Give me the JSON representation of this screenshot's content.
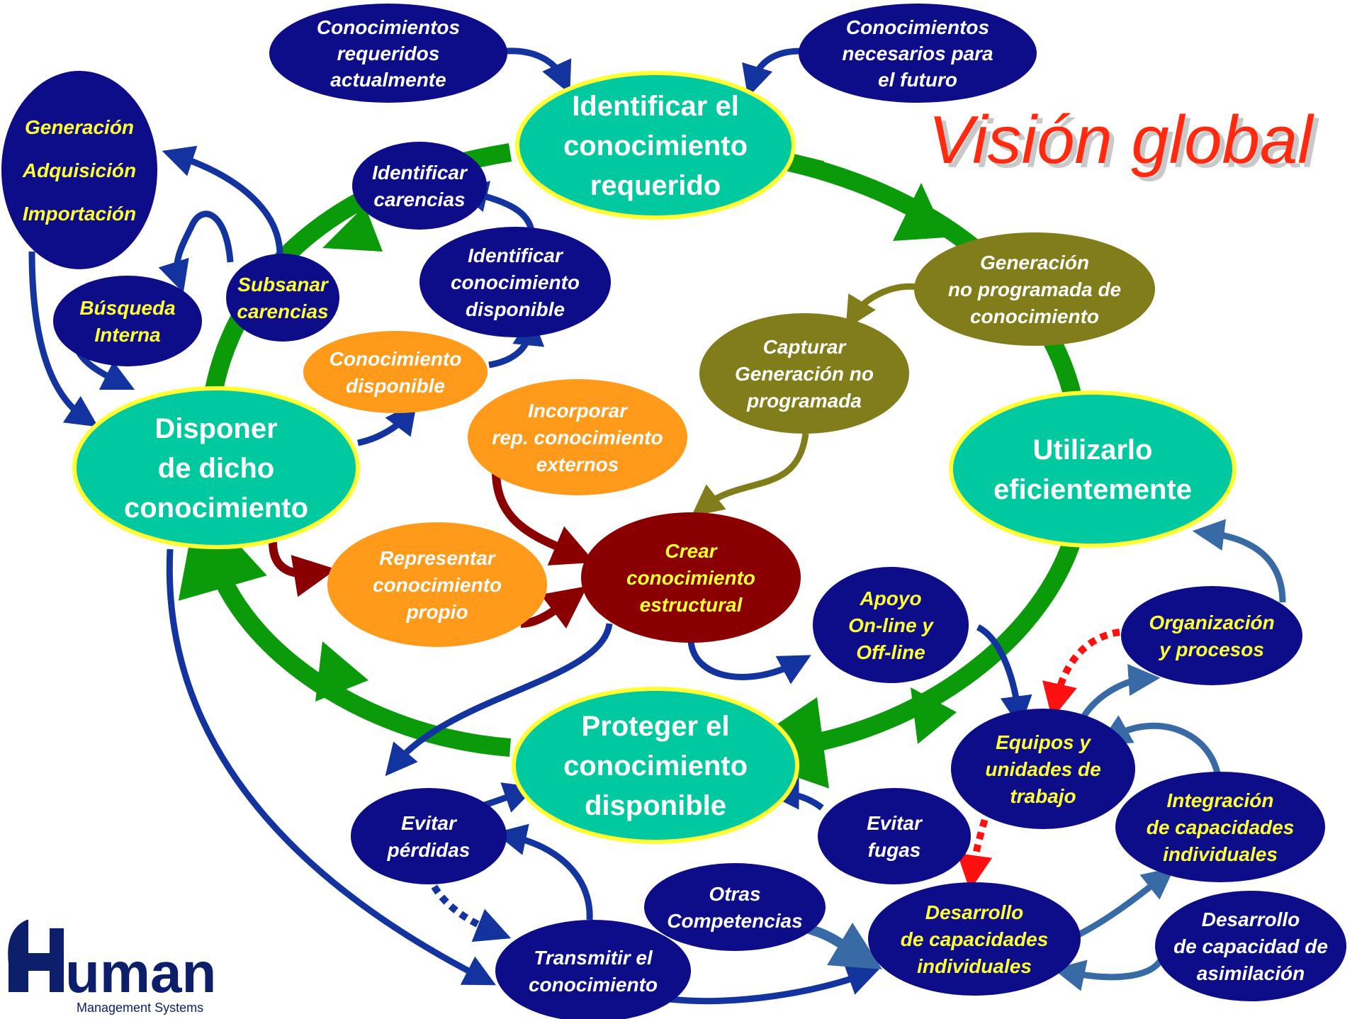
{
  "title": "Visión global",
  "logo": {
    "name": "uman",
    "subtitle": "Management Systems"
  },
  "colors": {
    "teal": "#00c9a0",
    "yellow_border": "#ffff33",
    "navy": "#0d0d8a",
    "olive": "#807d1a",
    "orange": "#ff9a1a",
    "dark_red": "#8a0000",
    "green_ring": "#0a9a0a",
    "blue_arrow": "#13349e",
    "steel_arrow": "#386aa6",
    "red_dotted": "#ff1010",
    "title_red": "#ff2a10"
  },
  "nodes": {
    "identificar_requerido": {
      "lines": [
        "Identificar el",
        "conocimiento",
        "requerido"
      ]
    },
    "disponer": {
      "lines": [
        "Disponer",
        "de dicho",
        "conocimiento"
      ]
    },
    "utilizarlo": {
      "lines": [
        "Utilizarlo",
        "eficientemente"
      ]
    },
    "proteger": {
      "lines": [
        "Proteger el",
        "conocimiento",
        "disponible"
      ]
    },
    "conocimientos_requeridos": {
      "lines": [
        "Conocimientos",
        "requeridos",
        "actualmente"
      ]
    },
    "conocimientos_futuro": {
      "lines": [
        "Conocimientos",
        "necesarios para",
        "el futuro"
      ]
    },
    "generacion_adquisicion": {
      "lines": [
        "Generación",
        "Adquisición",
        "Importación"
      ]
    },
    "identificar_carencias": {
      "lines": [
        "Identificar",
        "carencias"
      ]
    },
    "identificar_disponible": {
      "lines": [
        "Identificar",
        "conocimiento",
        "disponible"
      ]
    },
    "subsanar": {
      "lines": [
        "Subsanar",
        "carencias"
      ]
    },
    "busqueda": {
      "lines": [
        "Búsqueda",
        "Interna"
      ]
    },
    "conocimiento_disponible": {
      "lines": [
        "Conocimiento",
        "disponible"
      ]
    },
    "incorporar": {
      "lines": [
        "Incorporar",
        "rep. conocimiento",
        "externos"
      ]
    },
    "representar": {
      "lines": [
        "Representar",
        "conocimiento",
        "propio"
      ]
    },
    "crear": {
      "lines": [
        "Crear",
        "conocimiento",
        "estructural"
      ]
    },
    "generacion_no_programada": {
      "lines": [
        "Generación",
        "no programada de",
        "conocimiento"
      ]
    },
    "capturar": {
      "lines": [
        "Capturar",
        "Generación no",
        "programada"
      ]
    },
    "apoyo": {
      "lines": [
        "Apoyo",
        "On-line y",
        "Off-line"
      ]
    },
    "organizacion": {
      "lines": [
        "Organización",
        "y procesos"
      ]
    },
    "equipos": {
      "lines": [
        "Equipos y",
        "unidades de",
        "trabajo"
      ]
    },
    "integracion": {
      "lines": [
        "Integración",
        "de capacidades",
        "individuales"
      ]
    },
    "evitar_perdidas": {
      "lines": [
        "Evitar",
        "pérdidas"
      ]
    },
    "evitar_fugas": {
      "lines": [
        "Evitar",
        "fugas"
      ]
    },
    "otras": {
      "lines": [
        "Otras",
        "Competencias"
      ]
    },
    "desarrollo_capacidades": {
      "lines": [
        "Desarrollo",
        "de capacidades",
        "individuales"
      ]
    },
    "desarrollo_asimilacion": {
      "lines": [
        "Desarrollo",
        "de capacidad de",
        "asimilación"
      ]
    },
    "transmitir": {
      "lines": [
        "Transmitir el",
        "conocimiento"
      ]
    }
  }
}
